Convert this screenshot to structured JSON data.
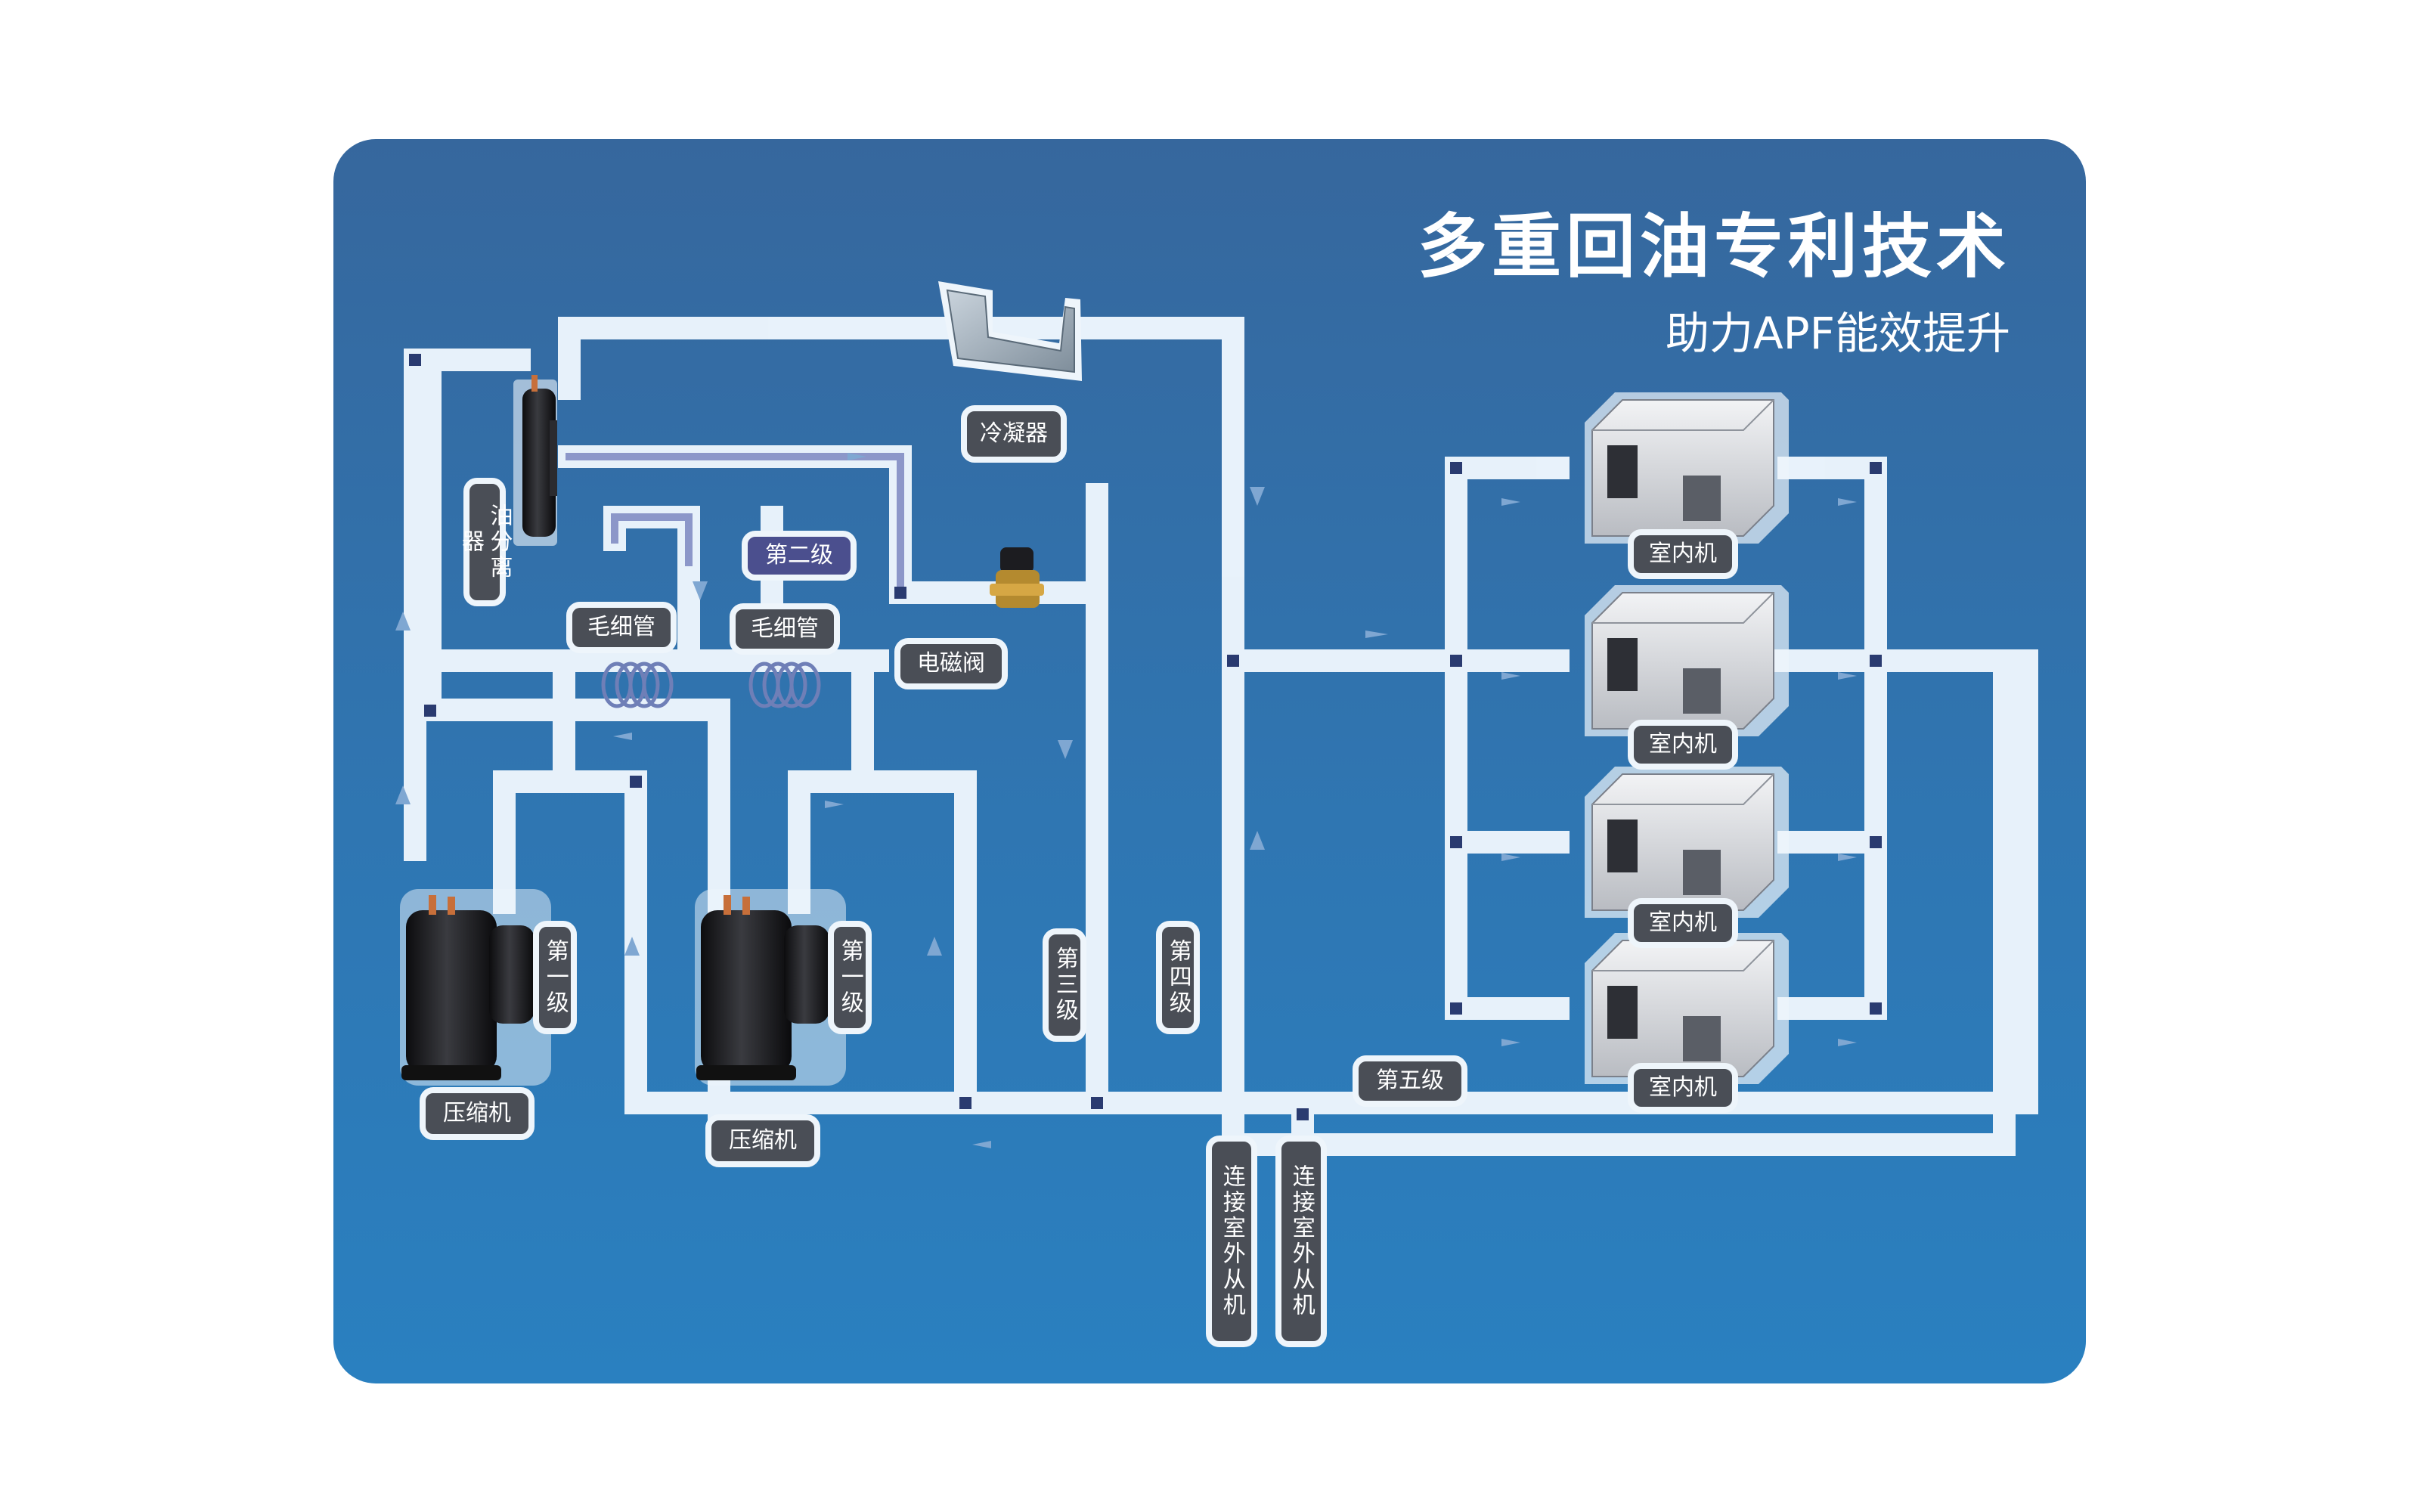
{
  "title": "多重回油专利技术",
  "subtitle": "助力APF能效提升",
  "components": {
    "oil_separator": "油分离器",
    "condenser": "冷凝器",
    "capillary_1": "毛细管",
    "capillary_2": "毛细管",
    "solenoid_valve": "电磁阀",
    "compressor_1": "压缩机",
    "compressor_2": "压缩机",
    "indoor_units": [
      "室内机",
      "室内机",
      "室内机",
      "室内机"
    ],
    "slave_outdoor_1": "连接室外从机",
    "slave_outdoor_2": "连接室外从机"
  },
  "levels": {
    "level1_a": "第一级",
    "level1_b": "第一级",
    "level2": "第二级",
    "level3": "第三级",
    "level4": "第四级",
    "level5": "第五级"
  },
  "colors": {
    "background": "#2f76b2",
    "pipe_outline": "#e8f2fb",
    "pipe_fill": "#bcd4ec",
    "joint": "#2a3b70",
    "label_bg": "#4a4e56",
    "level_purple": "#4b4f8e",
    "flow_arrow": "#7fa7d2"
  }
}
